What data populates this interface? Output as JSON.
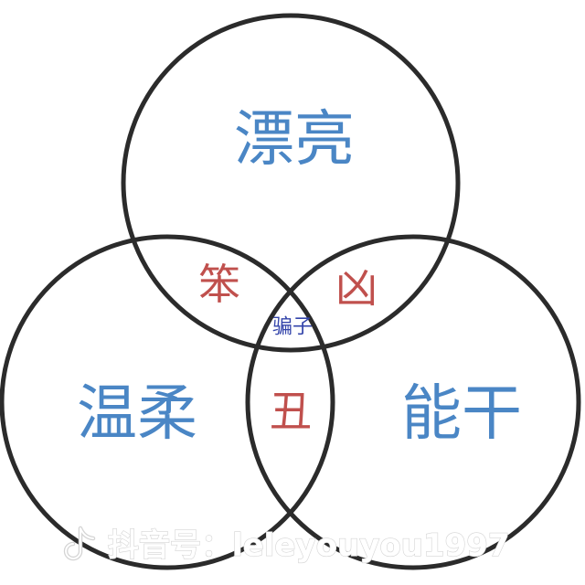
{
  "colors": {
    "outline": "#2b2b2b",
    "single_label": "#4a86c5",
    "pair_label": "#c0504d",
    "center_label": "#3344aa",
    "watermark": "#d4d4d4"
  },
  "diagram": {
    "sets": [
      {
        "id": "top",
        "label": "漂亮"
      },
      {
        "id": "left",
        "label": "温柔"
      },
      {
        "id": "right",
        "label": "能干"
      }
    ],
    "overlaps": {
      "top_left": "笨",
      "top_right": "凶",
      "left_right": "丑",
      "center": "骗子"
    }
  },
  "watermark": {
    "icon": "tiktok-note-icon",
    "text": "抖音号：leleyouyou1997"
  }
}
